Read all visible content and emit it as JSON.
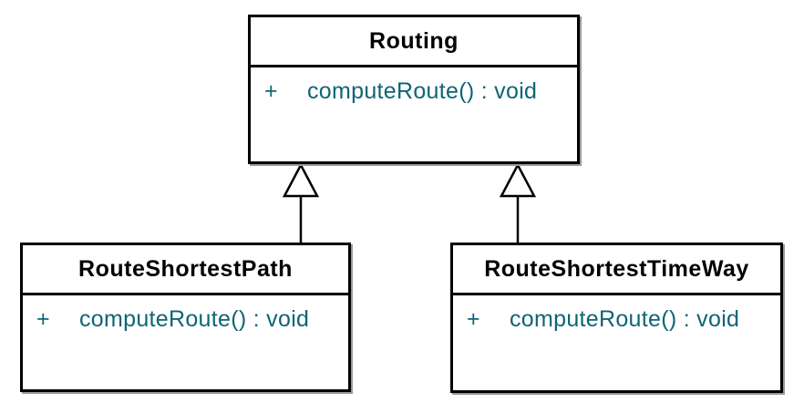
{
  "diagram": {
    "type": "uml-class-diagram",
    "colors": {
      "background": "#ffffff",
      "box_border": "#000000",
      "class_name_text": "#000000",
      "member_text": "#0f6575",
      "box_shadow": "#9a9a9a"
    },
    "classes": [
      {
        "name": "Routing",
        "methods": [
          {
            "visibility": "+",
            "signature": "computeRoute() : void"
          }
        ]
      },
      {
        "name": "RouteShortestPath",
        "methods": [
          {
            "visibility": "+",
            "signature": "computeRoute() : void"
          }
        ]
      },
      {
        "name": "RouteShortestTimeWay",
        "methods": [
          {
            "visibility": "+",
            "signature": "computeRoute() : void"
          }
        ]
      }
    ],
    "relationships": [
      {
        "type": "generalization",
        "from": "RouteShortestPath",
        "to": "Routing"
      },
      {
        "type": "generalization",
        "from": "RouteShortestTimeWay",
        "to": "Routing"
      }
    ]
  }
}
